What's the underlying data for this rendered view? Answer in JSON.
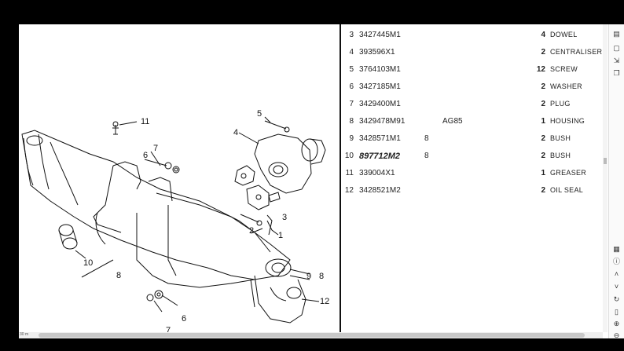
{
  "zoom_label": "30 m",
  "callouts": [
    "11",
    "5",
    "4",
    "6",
    "7",
    "3",
    "2",
    "1",
    "10",
    "8",
    "9",
    "8",
    "12",
    "6",
    "7"
  ],
  "parts": [
    {
      "idx": "3",
      "pn": "3427445M1",
      "note1": "",
      "note2": "",
      "qty": "4",
      "desc": "DOWEL",
      "bold": false
    },
    {
      "idx": "4",
      "pn": "393596X1",
      "note1": "",
      "note2": "",
      "qty": "2",
      "desc": "CENTRALISER",
      "bold": false
    },
    {
      "idx": "5",
      "pn": "3764103M1",
      "note1": "",
      "note2": "",
      "qty": "12",
      "desc": "SCREW",
      "bold": false
    },
    {
      "idx": "6",
      "pn": "3427185M1",
      "note1": "",
      "note2": "",
      "qty": "2",
      "desc": "WASHER",
      "bold": false
    },
    {
      "idx": "7",
      "pn": "3429400M1",
      "note1": "",
      "note2": "",
      "qty": "2",
      "desc": "PLUG",
      "bold": false
    },
    {
      "idx": "8",
      "pn": "3429478M91",
      "note1": "",
      "note2": "AG85",
      "qty": "1",
      "desc": "HOUSING",
      "bold": false
    },
    {
      "idx": "9",
      "pn": "3428571M1",
      "note1": "8",
      "note2": "",
      "qty": "2",
      "desc": "BUSH",
      "bold": false
    },
    {
      "idx": "10",
      "pn": "897712M2",
      "note1": "8",
      "note2": "",
      "qty": "2",
      "desc": "BUSH",
      "bold": true
    },
    {
      "idx": "11",
      "pn": "339004X1",
      "note1": "",
      "note2": "",
      "qty": "1",
      "desc": "GREASER",
      "bold": false
    },
    {
      "idx": "12",
      "pn": "3428521M2",
      "note1": "",
      "note2": "",
      "qty": "2",
      "desc": "OIL SEAL",
      "bold": false
    }
  ],
  "tools": [
    "sheet-icon",
    "comment-icon",
    "export-icon",
    "copy-icon",
    "table-icon",
    "info-icon",
    "up-icon",
    "down-icon",
    "refresh-icon",
    "document-icon",
    "zoom-in-icon",
    "zoom-out-icon"
  ]
}
